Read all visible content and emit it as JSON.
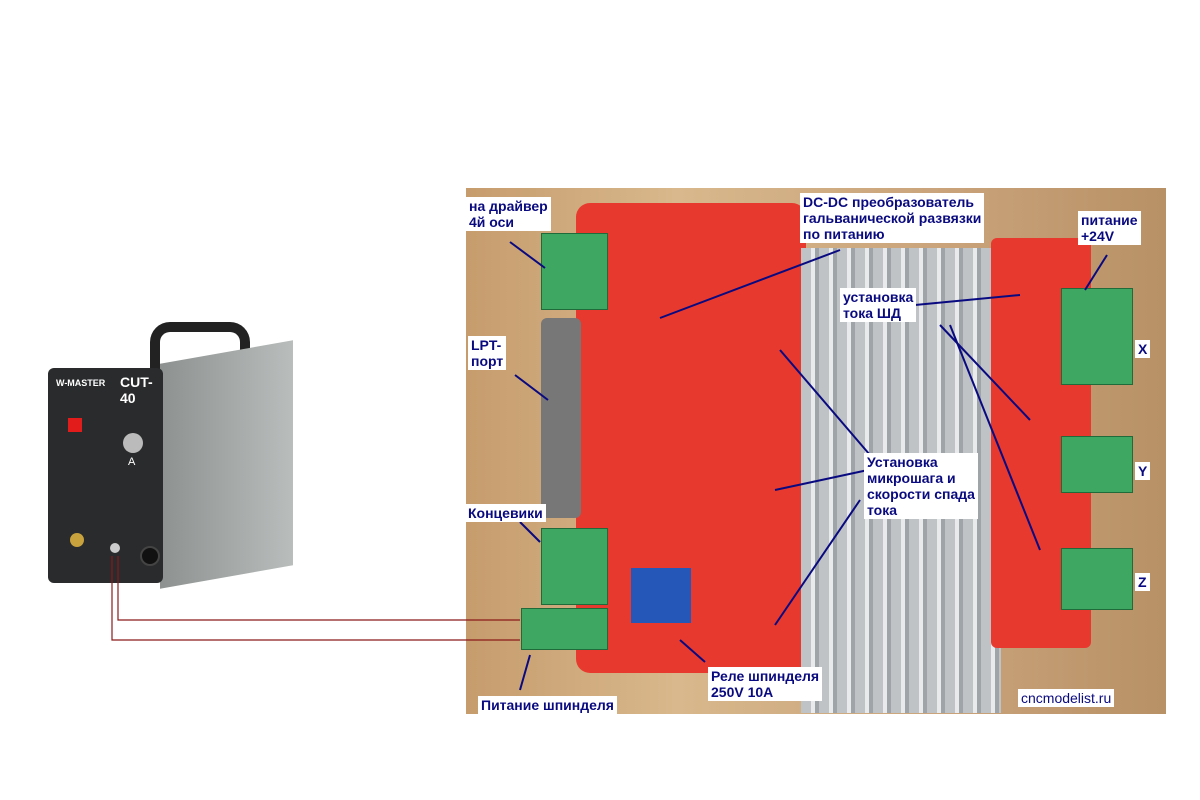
{
  "welder": {
    "brand": "W-MASTER",
    "model": "CUT-40",
    "dial_unit": "A"
  },
  "labels": {
    "fourth_axis": "на драйвер\n4й оси",
    "dcdc": "DC-DC преобразователь\nгальванической развязки\nпо питанию",
    "power24": "питание\n+24V",
    "current_set": "установка\nтока ШД",
    "lpt": "LPT-\nпорт",
    "axis_x": "X",
    "axis_y": "Y",
    "axis_z": "Z",
    "microstep": "Установка\nмикрошага и\nскорости спада\nтока",
    "limits": "Концевики",
    "relay": "Реле шпинделя\n250V 10A",
    "spindle_power": "Питание шпинделя",
    "watermark": "cncmodelist.ru"
  },
  "colors": {
    "annotation": "#0a0a80",
    "pcb": "#e8392f",
    "wire": "#8b1a1a"
  }
}
